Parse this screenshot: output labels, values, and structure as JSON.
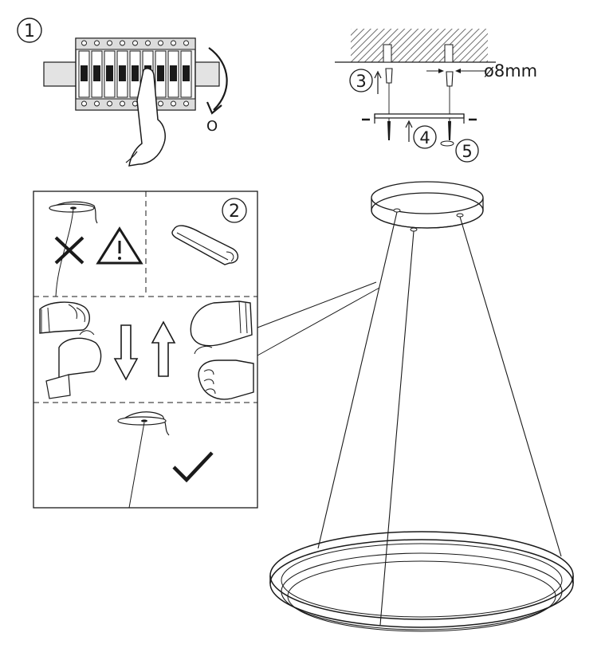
{
  "steps": {
    "step1": "1",
    "step2": "2",
    "step3": "3",
    "step4": "4",
    "step5": "5"
  },
  "breaker": {
    "off_label": "O"
  },
  "drill": {
    "diameter_label": "ø8mm"
  },
  "icons": {
    "forbidden": "cross-icon",
    "warning": "warning-triangle-icon",
    "ok": "check-mark-icon"
  },
  "colors": {
    "ink": "#1a1a1a",
    "hatch": "#7a7a7a",
    "paper": "#ffffff"
  }
}
